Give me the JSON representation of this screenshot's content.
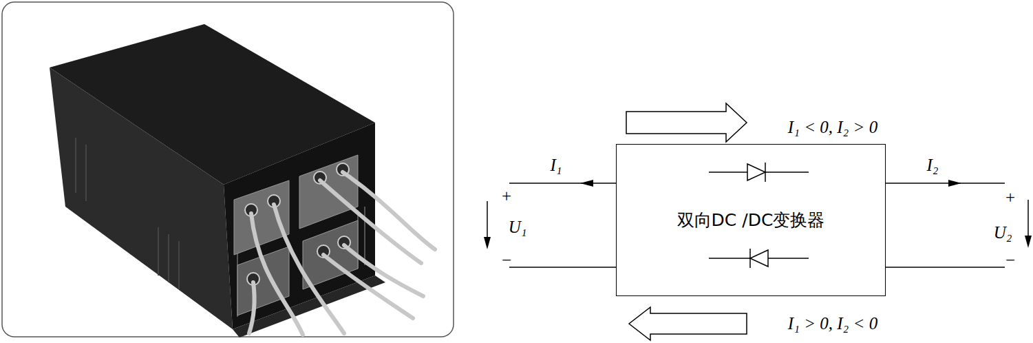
{
  "diagram": {
    "nodes": [
      {
        "text": [
          "双向DC /DC变换器"
        ]
      }
    ],
    "labels": [
      "I₁ < 0, I₂ > 0",
      "I₁",
      "+",
      "U₁",
      "−",
      "I₂",
      "+",
      "U₂",
      "−",
      "I₁ > 0, I₂ < 0"
    ]
  }
}
